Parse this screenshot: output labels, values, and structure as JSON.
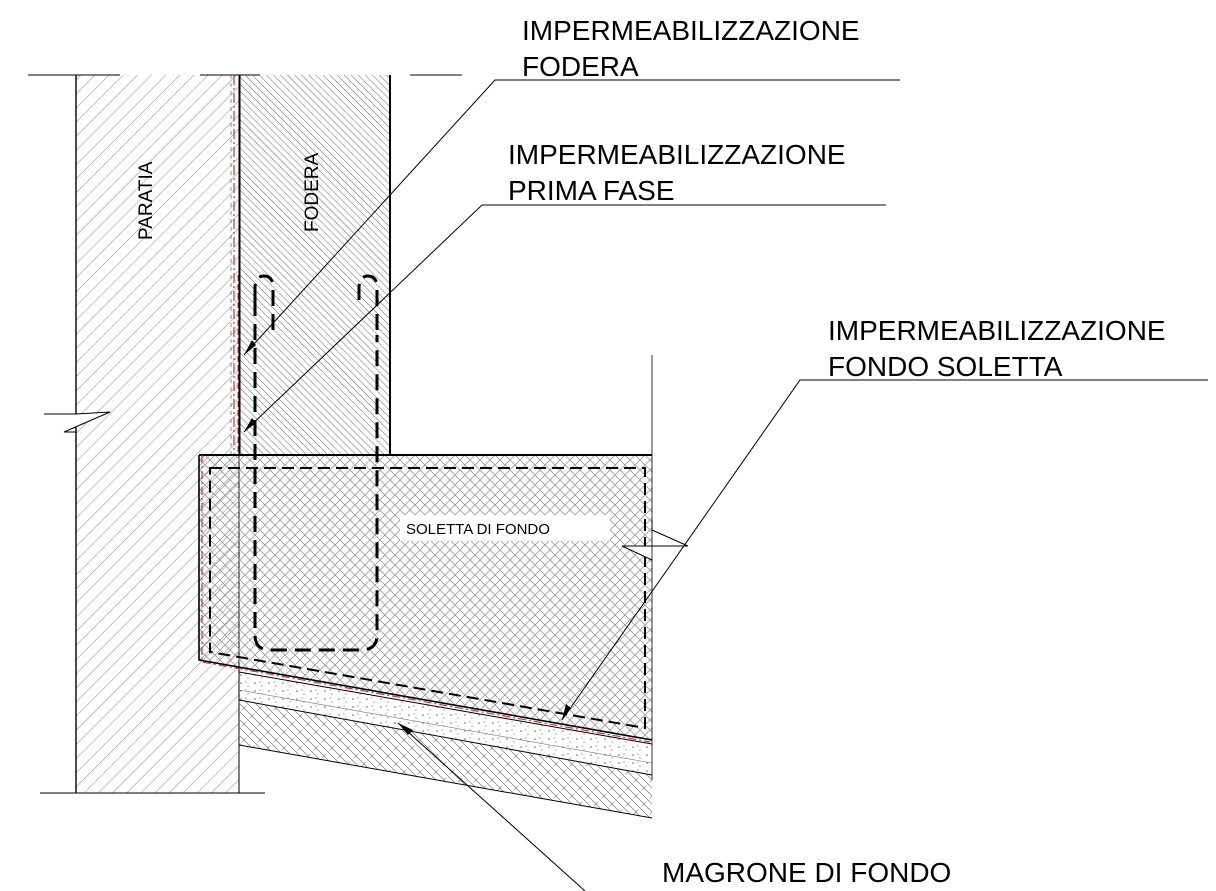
{
  "labels": {
    "paratia": "PARATIA",
    "fodera": "FODERA",
    "soletta": "SOLETTA DI FONDO",
    "imp_fodera_1": "IMPERMEABILIZZAZIONE",
    "imp_fodera_2": "FODERA",
    "imp_prima_1": "IMPERMEABILIZZAZIONE",
    "imp_prima_2": "PRIMA FASE",
    "imp_fondo_1": "IMPERMEABILIZZAZIONE",
    "imp_fondo_2": "FONDO SOLETTA",
    "magrone": "MAGRONE DI FONDO"
  },
  "colors": {
    "line": "#000000",
    "hatch": "#6a6a6a",
    "membrane": "#d93030"
  }
}
